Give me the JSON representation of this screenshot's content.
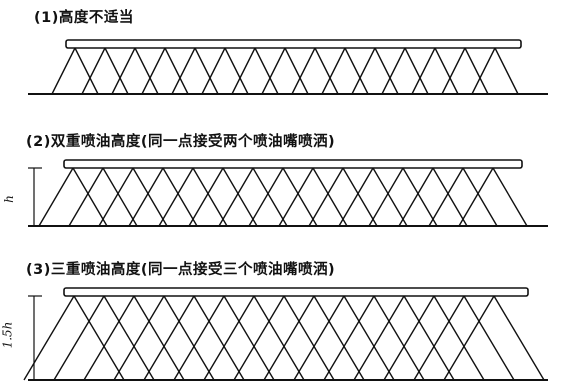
{
  "panels": [
    {
      "caption": "(1)高度不适当",
      "dimension_label": "",
      "overlap": "single"
    },
    {
      "caption": "(2)双重喷油高度(同一点接受两个喷油嘴喷洒)",
      "dimension_label": "h",
      "overlap": "double"
    },
    {
      "caption": "(3)三重喷油高度(同一点接受三个喷油嘴喷洒)",
      "dimension_label": "1.5h",
      "overlap": "triple"
    }
  ]
}
